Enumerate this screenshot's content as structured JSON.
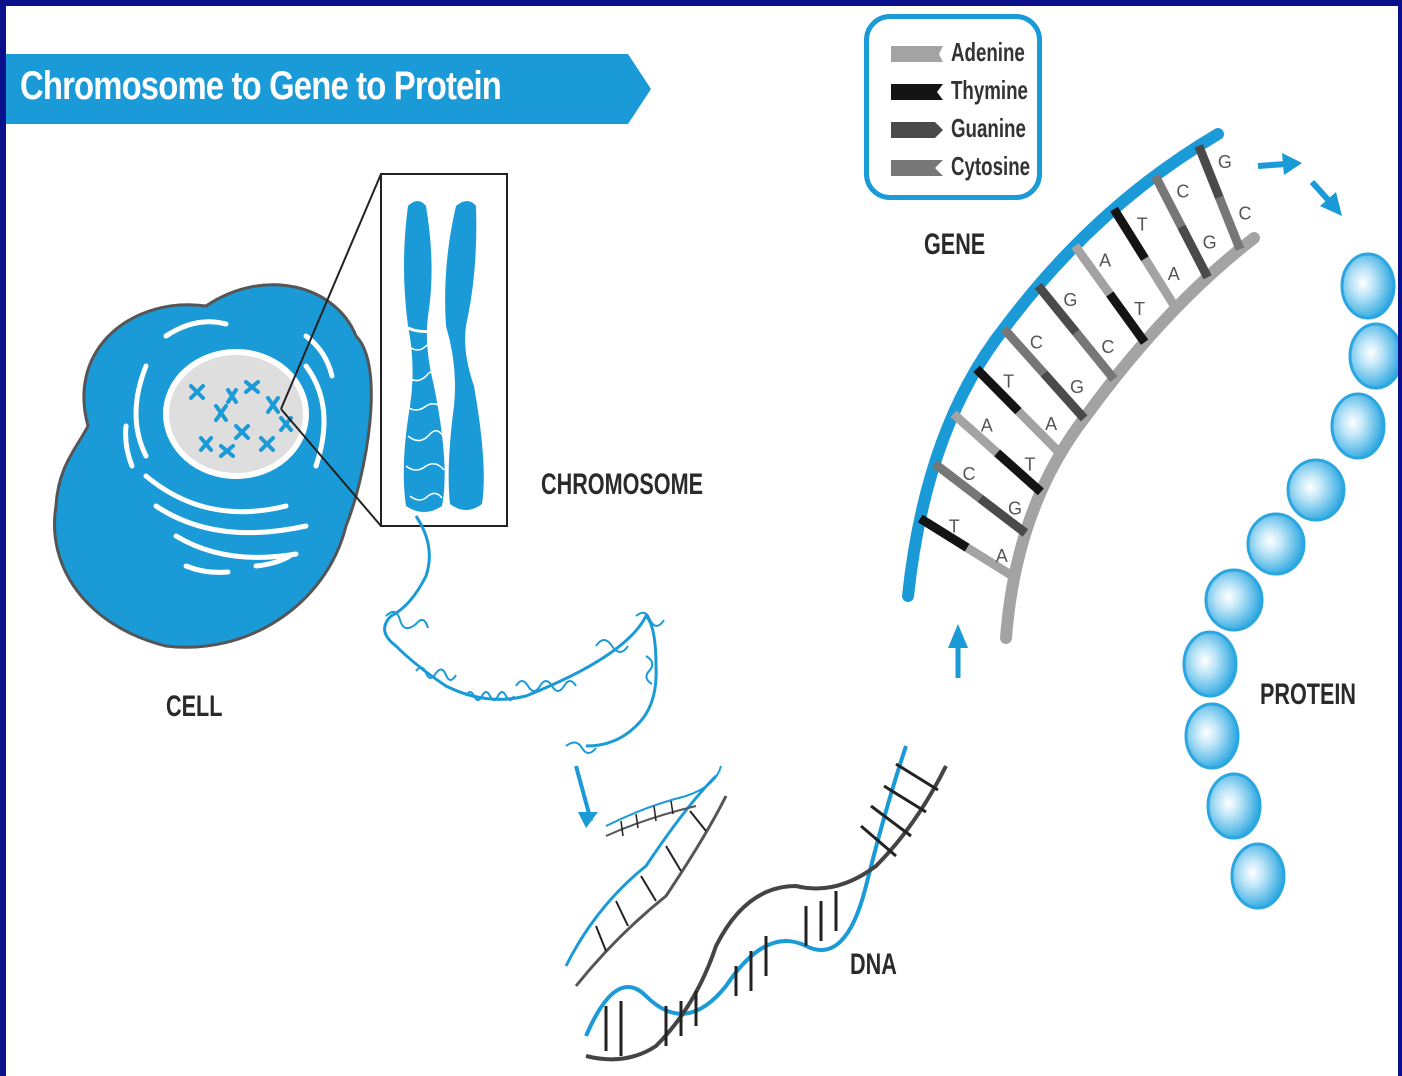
{
  "title": "Chromosome to Gene to Protein",
  "legend": [
    {
      "label": "Adenine",
      "color": "#a3a3a3"
    },
    {
      "label": "Thymine",
      "color": "#141414"
    },
    {
      "label": "Guanine",
      "color": "#4a4a4a"
    },
    {
      "label": "Cytosine",
      "color": "#777777"
    }
  ],
  "labels": {
    "cell": "CELL",
    "chromosome": "CHROMOSOME",
    "gene": "GENE",
    "dna": "DNA",
    "protein": "PROTEIN"
  },
  "gene_bases": {
    "outer": [
      "T",
      "C",
      "A",
      "T",
      "C",
      "G",
      "A",
      "T",
      "C",
      "G"
    ],
    "inner": [
      "A",
      "G",
      "T",
      "A",
      "G",
      "C",
      "T",
      "A",
      "G",
      "C"
    ]
  },
  "colors": {
    "frame": "#0a0f8c",
    "accent": "#1a9ad6",
    "protein_bead": "#2aa6e0"
  }
}
